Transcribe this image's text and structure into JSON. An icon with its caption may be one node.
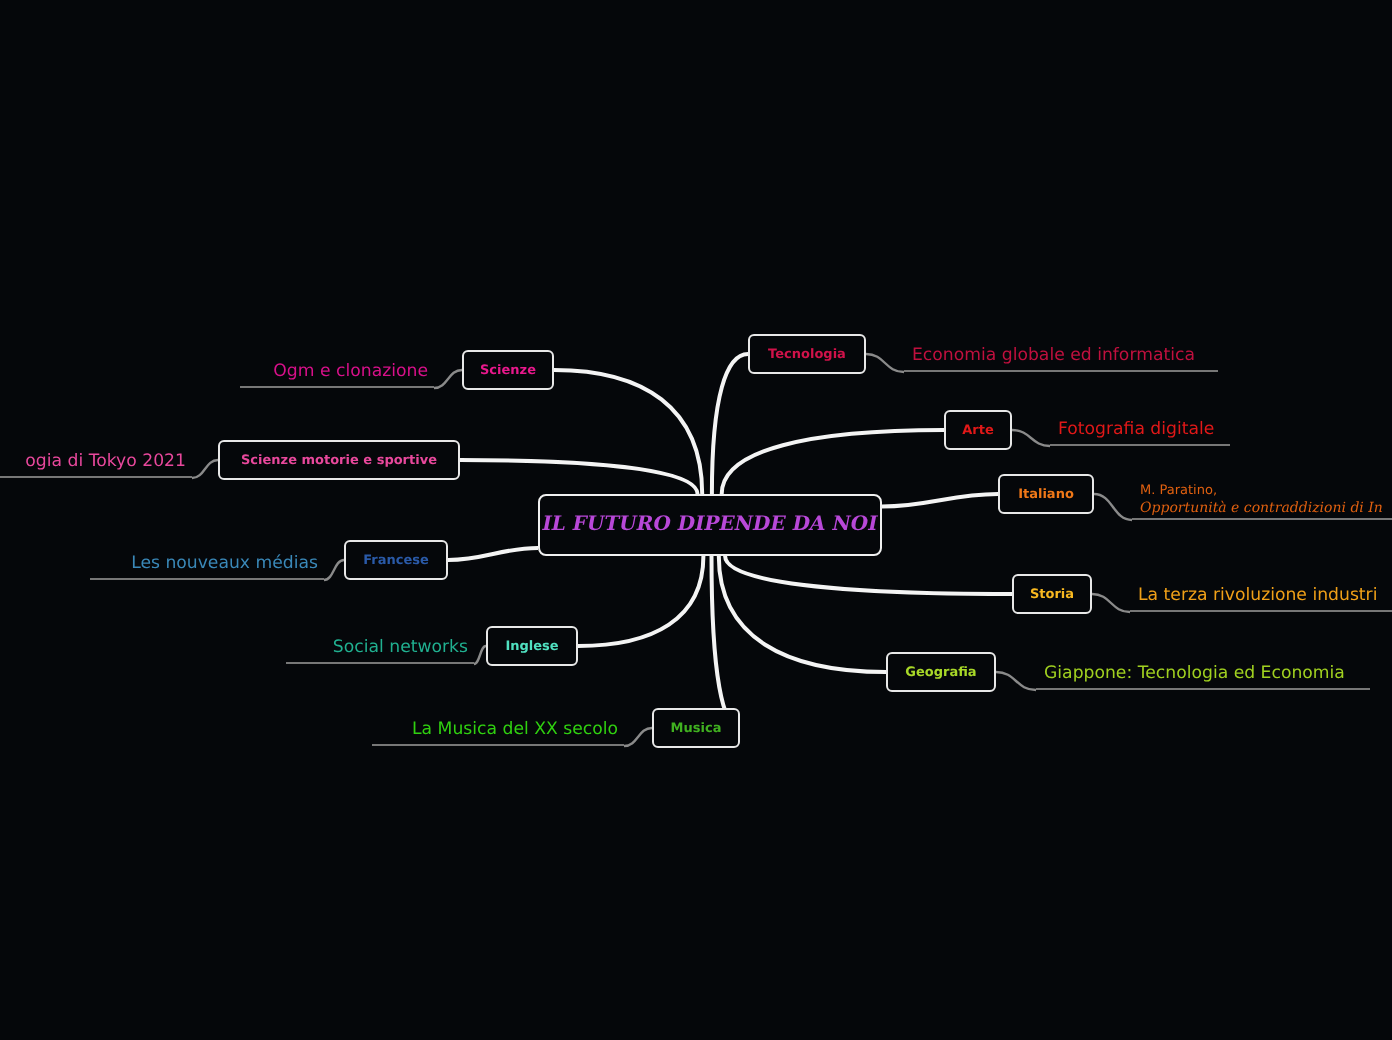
{
  "diagram": {
    "nodes": [
      {
        "text": [
          "IL FUTURO DIPENDE DA NOI"
        ]
      },
      {
        "text": [
          "Tecnologia"
        ]
      },
      {
        "text": [
          "Economia globale ed informatica"
        ]
      },
      {
        "text": [
          "Arte"
        ]
      },
      {
        "text": [
          "Fotografia digitale"
        ]
      },
      {
        "text": [
          "Italiano"
        ]
      },
      {
        "text": [
          "M. Paratino,",
          "Opportunità e contraddizioni di In"
        ]
      },
      {
        "text": [
          "Storia"
        ]
      },
      {
        "text": [
          "La terza rivoluzione industri"
        ]
      },
      {
        "text": [
          "Geografia"
        ]
      },
      {
        "text": [
          "Giappone: Tecnologia ed Economia"
        ]
      },
      {
        "text": [
          "Musica"
        ]
      },
      {
        "text": [
          "La Musica del XX secolo"
        ]
      },
      {
        "text": [
          "Inglese"
        ]
      },
      {
        "text": [
          "Social networks"
        ]
      },
      {
        "text": [
          "Francese"
        ]
      },
      {
        "text": [
          "Les nouveaux médias"
        ]
      },
      {
        "text": [
          "Scienze motorie e sportive"
        ]
      },
      {
        "text": [
          "ogia di Tokyo 2021"
        ]
      },
      {
        "text": [
          "Scienze"
        ]
      },
      {
        "text": [
          "Ogm e clonazione"
        ]
      }
    ],
    "edges": [
      {
        "from": 0,
        "to": 1,
        "arrow": "none"
      },
      {
        "from": 1,
        "to": 2,
        "arrow": "none",
        "color": "#8a8a8a"
      },
      {
        "from": 0,
        "to": 3,
        "arrow": "none"
      },
      {
        "from": 3,
        "to": 4,
        "arrow": "none",
        "color": "#8a8a8a"
      },
      {
        "from": 0,
        "to": 5,
        "arrow": "none"
      },
      {
        "from": 5,
        "to": 6,
        "arrow": "none",
        "color": "#8a8a8a"
      },
      {
        "from": 0,
        "to": 7,
        "arrow": "none"
      },
      {
        "from": 7,
        "to": 8,
        "arrow": "none",
        "color": "#8a8a8a"
      },
      {
        "from": 0,
        "to": 9,
        "arrow": "none"
      },
      {
        "from": 9,
        "to": 10,
        "arrow": "none",
        "color": "#8a8a8a"
      },
      {
        "from": 0,
        "to": 11,
        "arrow": "none"
      },
      {
        "from": 11,
        "to": 12,
        "arrow": "none",
        "color": "#8a8a8a"
      },
      {
        "from": 0,
        "to": 13,
        "arrow": "none"
      },
      {
        "from": 13,
        "to": 14,
        "arrow": "none",
        "color": "#8a8a8a"
      },
      {
        "from": 0,
        "to": 15,
        "arrow": "none"
      },
      {
        "from": 15,
        "to": 16,
        "arrow": "none",
        "color": "#8a8a8a"
      },
      {
        "from": 0,
        "to": 17,
        "arrow": "none"
      },
      {
        "from": 17,
        "to": 18,
        "arrow": "none",
        "color": "#8a8a8a"
      },
      {
        "from": 0,
        "to": 19,
        "arrow": "none"
      },
      {
        "from": 19,
        "to": 20,
        "arrow": "none",
        "color": "#8a8a8a"
      }
    ]
  }
}
